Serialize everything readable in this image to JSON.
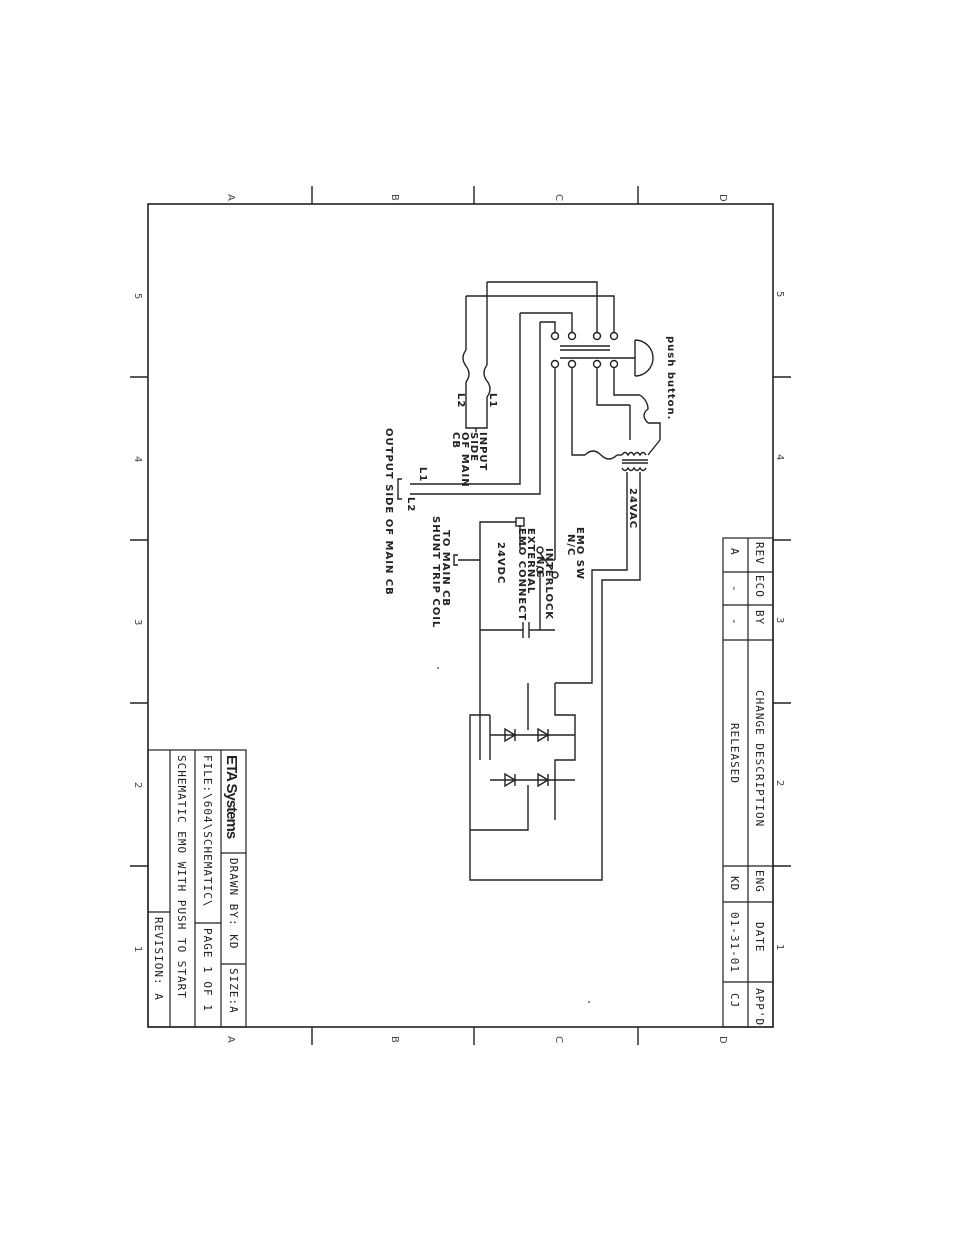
{
  "zones": {
    "rows": [
      "A",
      "B",
      "C",
      "D"
    ],
    "columns": [
      "5",
      "4",
      "3",
      "2",
      "1"
    ]
  },
  "revision_table": {
    "headers": [
      "REV",
      "ECO",
      "BY",
      "CHANGE DESCRIPTION",
      "ENG",
      "DATE",
      "APP'D"
    ],
    "row": [
      "A",
      "-",
      "-",
      "RELEASED",
      "KD",
      "01-31-01",
      "CJ"
    ]
  },
  "title_block": {
    "company": "ETA Systems",
    "drawn_by": "DRAWN BY: KD",
    "size": "SIZE:A",
    "file": "FILE:\\604\\SCHEMATIC\\",
    "page": "PAGE 1 OF 1",
    "title": "SCHEMATIC EMO WITH PUSH TO START",
    "revision": "REVISION: A"
  },
  "labels": {
    "push_button": "push button.",
    "l1_top": "L1",
    "l2_top": "L2",
    "input_side": [
      "INPUT",
      "SIDE",
      "OF MAIN",
      "CB"
    ],
    "l1_out": "L1",
    "l2_out": "L2",
    "output_side": "OUTPUT SIDE OF MAIN CB",
    "vac": "24VAC",
    "emo_sw": [
      "EMO SW",
      "N/C"
    ],
    "interlock": [
      "INTERLOCK",
      "N/C"
    ],
    "external": [
      "EXTERNAL",
      "EMO CONNECT"
    ],
    "vdc": "24VDC",
    "shunt": [
      "TO MAIN CB",
      "SHUNT TRIP COIL"
    ]
  }
}
